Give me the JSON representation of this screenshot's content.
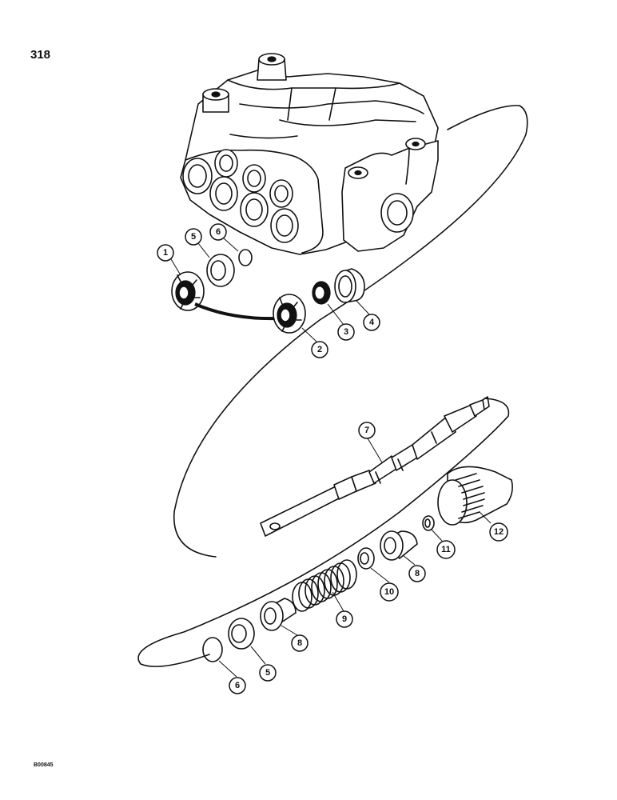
{
  "page": {
    "number": "318",
    "figure_code": "B00845"
  },
  "callouts": [
    {
      "id": "c1",
      "label": "1"
    },
    {
      "id": "c5a",
      "label": "5"
    },
    {
      "id": "c6a",
      "label": "6"
    },
    {
      "id": "c2",
      "label": "2"
    },
    {
      "id": "c3",
      "label": "3"
    },
    {
      "id": "c4",
      "label": "4"
    },
    {
      "id": "c7",
      "label": "7"
    },
    {
      "id": "c12",
      "label": "12"
    },
    {
      "id": "c11",
      "label": "11"
    },
    {
      "id": "c8a",
      "label": "8"
    },
    {
      "id": "c10",
      "label": "10"
    },
    {
      "id": "c9",
      "label": "9"
    },
    {
      "id": "c8b",
      "label": "8"
    },
    {
      "id": "c5b",
      "label": "5"
    },
    {
      "id": "c6b",
      "label": "6"
    }
  ]
}
